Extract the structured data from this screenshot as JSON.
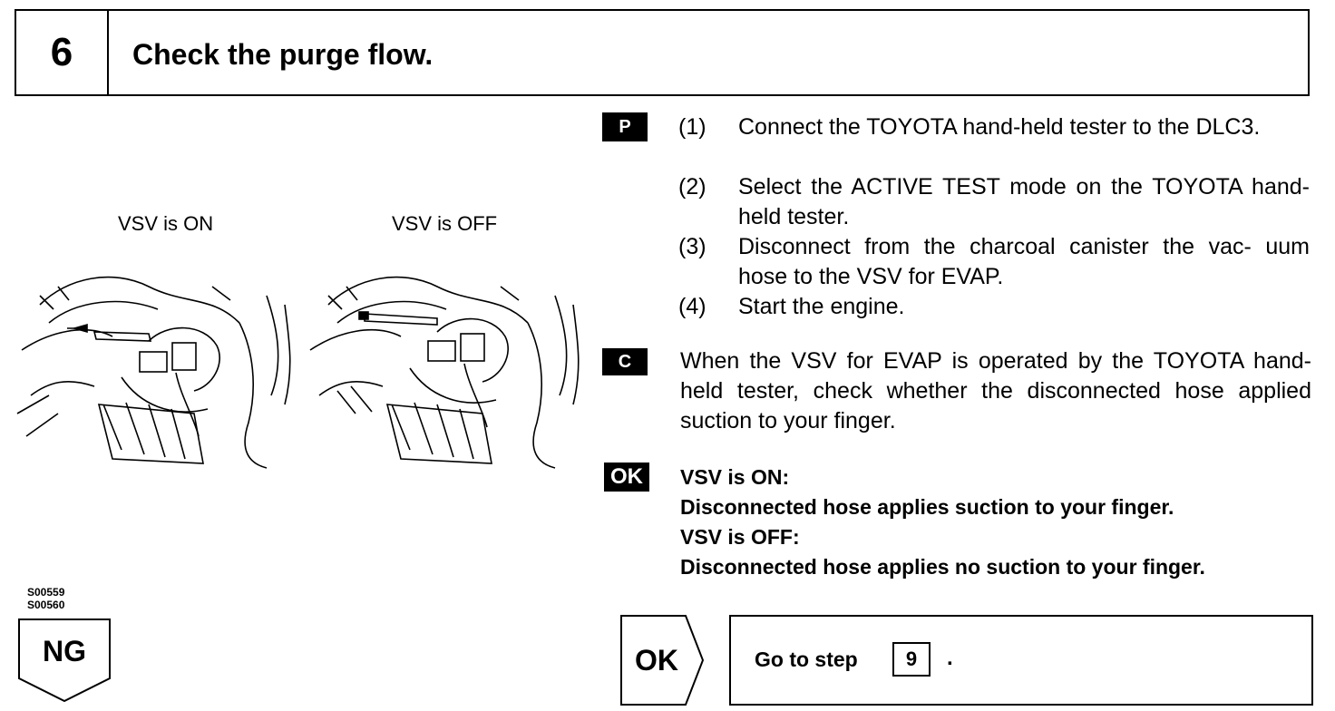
{
  "header": {
    "step_number": "6",
    "title": "Check the purge flow."
  },
  "illustration": {
    "label_on": "VSV is ON",
    "label_off": "VSV is OFF",
    "figure_codes": [
      "S00559",
      "S00560"
    ]
  },
  "tags": {
    "prepare": "P",
    "check": "C",
    "ok": "OK"
  },
  "steps": [
    {
      "num": "(1)",
      "text": "Connect the TOYOTA hand-held tester to the DLC3."
    },
    {
      "num": "(2)",
      "text": "Select the ACTIVE TEST mode on the TOYOTA hand-held tester."
    },
    {
      "num": "(3)",
      "text": "Disconnect from the charcoal canister the vac- uum hose to the VSV for EVAP."
    },
    {
      "num": "(4)",
      "text": "Start the engine."
    }
  ],
  "check_text": "When the VSV for EVAP is operated by the TOYOTA hand-held tester, check whether the disconnected hose applied suction to your finger.",
  "result": {
    "line1": "VSV is ON:",
    "line2": "Disconnected hose applies suction to your finger.",
    "line3": "VSV is OFF:",
    "line4": "Disconnected hose applies no suction to your finger."
  },
  "ng_label": "NG",
  "ok_label": "OK",
  "goto": {
    "text": "Go to step",
    "step": "9",
    "period": "."
  }
}
